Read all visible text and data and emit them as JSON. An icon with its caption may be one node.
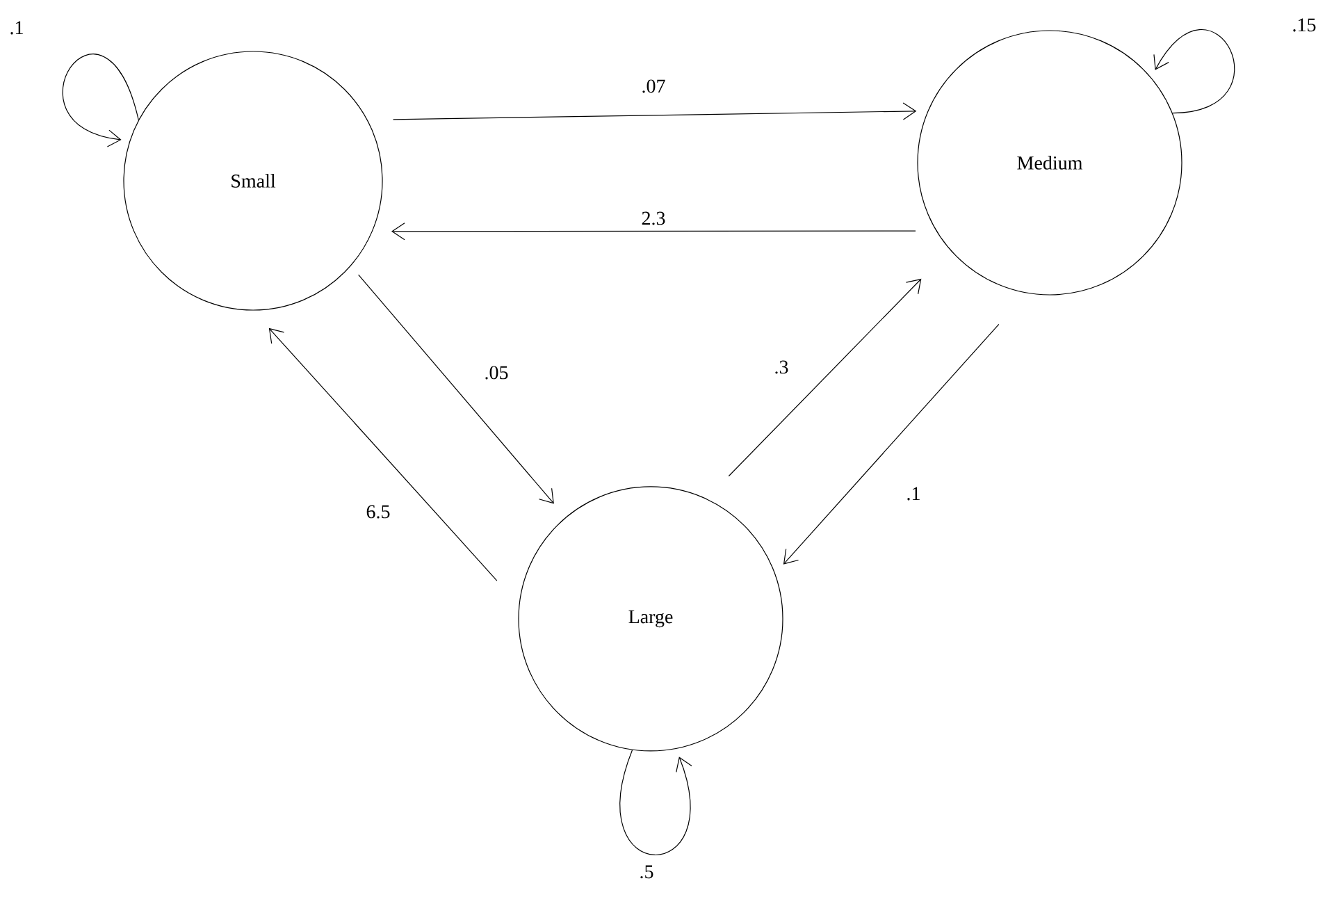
{
  "diagram": {
    "nodes": [
      {
        "text": [
          "Small"
        ]
      },
      {
        "text": [
          "Medium"
        ]
      },
      {
        "text": [
          "Large"
        ]
      }
    ],
    "edges": [
      {
        "from": 0,
        "to": 0,
        "arrow": "to",
        "label": ".1"
      },
      {
        "from": 1,
        "to": 1,
        "arrow": "to",
        "label": ".15"
      },
      {
        "from": 0,
        "to": 1,
        "arrow": "to",
        "label": ".07"
      },
      {
        "from": 1,
        "to": 0,
        "arrow": "to",
        "label": "2.3"
      },
      {
        "from": 0,
        "to": 2,
        "arrow": "to",
        "label": ".05"
      },
      {
        "from": 2,
        "to": 0,
        "arrow": "to",
        "label": "6.5"
      },
      {
        "from": 2,
        "to": 1,
        "arrow": "to",
        "label": ".3"
      },
      {
        "from": 1,
        "to": 2,
        "arrow": "to",
        "label": ".1"
      },
      {
        "from": 2,
        "to": 2,
        "arrow": "to",
        "label": ".5"
      }
    ]
  }
}
